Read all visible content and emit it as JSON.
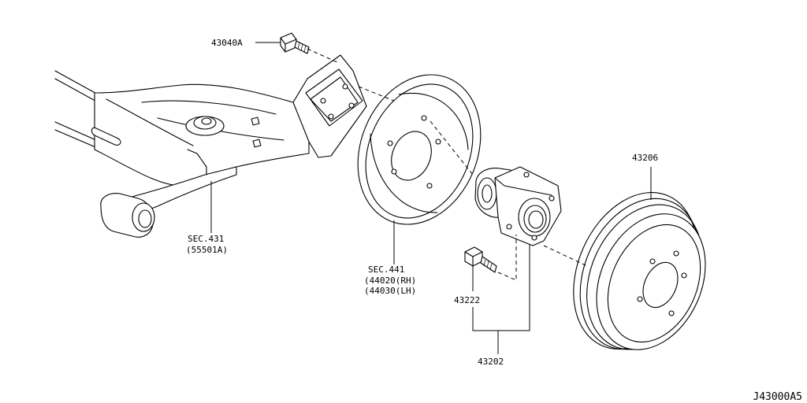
{
  "diagram_ref": "J43000A5",
  "callouts": {
    "bolt_top": "43040A",
    "axle_sec": "SEC.431",
    "axle_sub": "(55501A)",
    "backing_sec": "SEC.441",
    "backing_rh": "(44020(RH)",
    "backing_lh": "(44030(LH)",
    "hub_bolt": "43222",
    "hub_assy": "43202",
    "drum": "43206"
  }
}
